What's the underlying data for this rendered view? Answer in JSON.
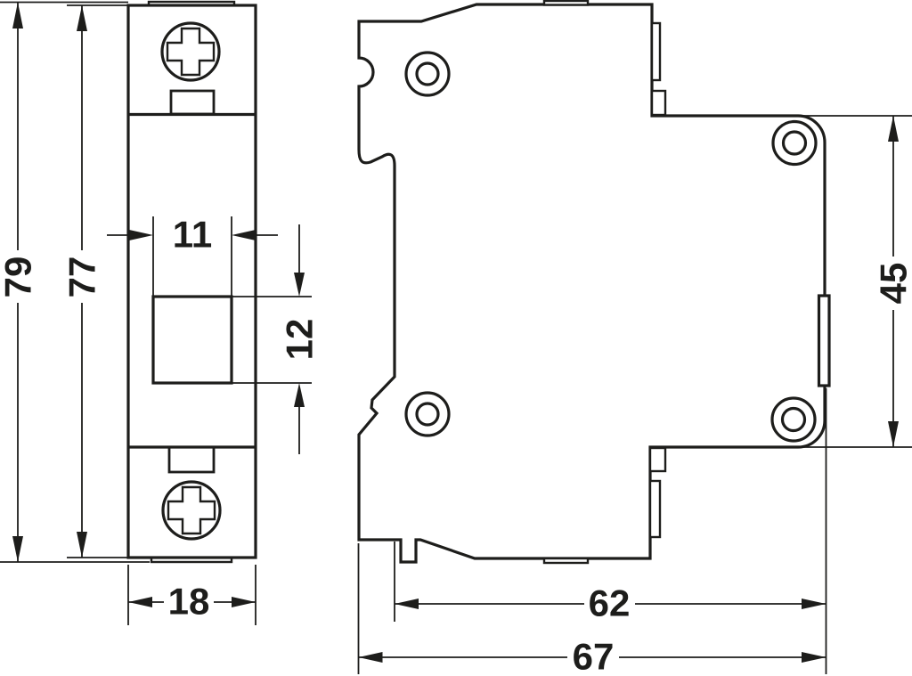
{
  "diagram": {
    "title": "DIN-rail device dimension drawing (front and side views)",
    "colors": {
      "line": "#1d1d1b",
      "background": "#ffffff"
    },
    "front_view": {
      "dims": {
        "overall_height": "79",
        "body_height": "77",
        "toggle_width": "11",
        "toggle_height": "12",
        "width": "18"
      }
    },
    "side_view": {
      "dims": {
        "front_face_height": "45",
        "depth_rail_to_front": "62",
        "overall_depth": "67"
      }
    }
  }
}
